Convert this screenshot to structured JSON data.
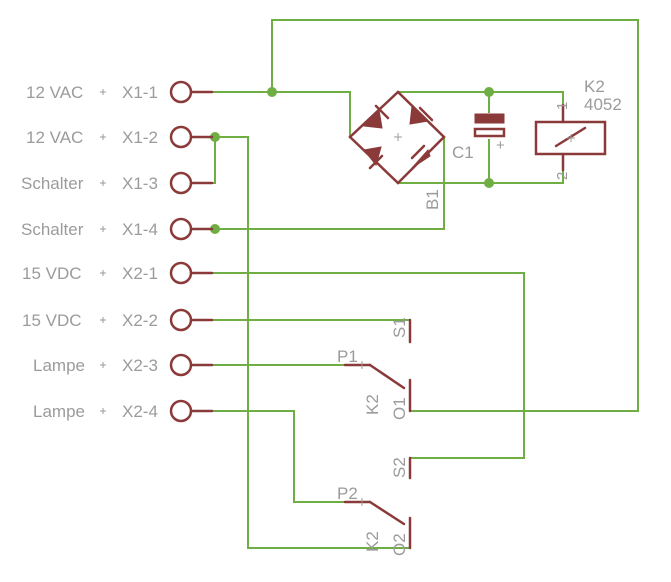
{
  "connectors": [
    {
      "signal": "12 VAC",
      "pin": "X1-1"
    },
    {
      "signal": "12 VAC",
      "pin": "X1-2"
    },
    {
      "signal": "Schalter",
      "pin": "X1-3"
    },
    {
      "signal": "Schalter",
      "pin": "X1-4"
    },
    {
      "signal": "15 VDC",
      "pin": "X2-1"
    },
    {
      "signal": "15 VDC",
      "pin": "X2-2"
    },
    {
      "signal": "Lampe",
      "pin": "X2-3"
    },
    {
      "signal": "Lampe",
      "pin": "X2-4"
    }
  ],
  "parts": {
    "rectifier": "B1",
    "capacitor": "C1",
    "capacitor_polarity": "+",
    "relay_name": "K2",
    "relay_value": "4052",
    "relay_pin1": "1",
    "relay_pin2": "2",
    "switch1": {
      "ref": "K2",
      "common": "O1",
      "contact": "S1",
      "pole": "P1"
    },
    "switch2": {
      "ref": "K2",
      "common": "O2",
      "contact": "S2",
      "pole": "P2"
    }
  },
  "colors": {
    "wire": "#6fae43",
    "part": "#8b3a3a",
    "label": "#9b9b9b"
  }
}
